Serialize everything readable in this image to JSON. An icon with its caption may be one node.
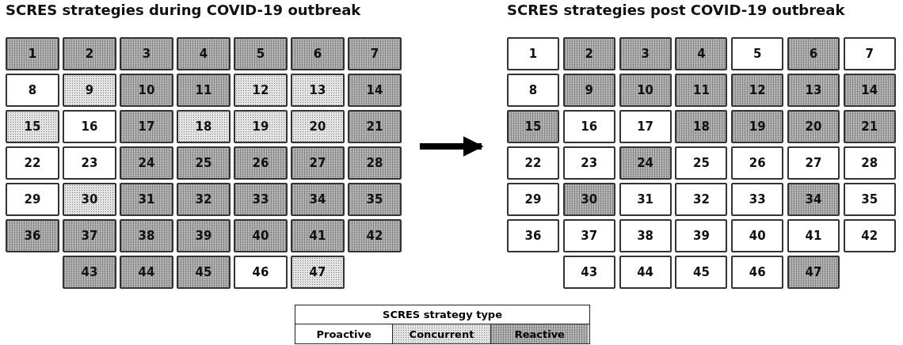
{
  "diagram": {
    "nodes": [
      {
        "text": [
          "SCRES strategies during COVID-19 outbreak"
        ]
      },
      {
        "text": [
          "SCRES strategies post COVID-19 outbreak"
        ]
      },
      {
        "text": [
          "1"
        ],
        "in": 0
      },
      {
        "text": [
          "2"
        ],
        "in": 0
      },
      {
        "text": [
          "3"
        ],
        "in": 0
      },
      {
        "text": [
          "4"
        ],
        "in": 0
      },
      {
        "text": [
          "5"
        ],
        "in": 0
      },
      {
        "text": [
          "6"
        ],
        "in": 0
      },
      {
        "text": [
          "7"
        ],
        "in": 0
      },
      {
        "text": [
          "8"
        ],
        "in": 0
      },
      {
        "text": [
          "9"
        ],
        "in": 0
      },
      {
        "text": [
          "10"
        ],
        "in": 0
      },
      {
        "text": [
          "11"
        ],
        "in": 0
      },
      {
        "text": [
          "12"
        ],
        "in": 0
      },
      {
        "text": [
          "13"
        ],
        "in": 0
      },
      {
        "text": [
          "14"
        ],
        "in": 0
      },
      {
        "text": [
          "15"
        ],
        "in": 0
      },
      {
        "text": [
          "16"
        ],
        "in": 0
      },
      {
        "text": [
          "17"
        ],
        "in": 0
      },
      {
        "text": [
          "18"
        ],
        "in": 0
      },
      {
        "text": [
          "19"
        ],
        "in": 0
      },
      {
        "text": [
          "20"
        ],
        "in": 0
      },
      {
        "text": [
          "21"
        ],
        "in": 0
      },
      {
        "text": [
          "22"
        ],
        "in": 0
      },
      {
        "text": [
          "23"
        ],
        "in": 0
      },
      {
        "text": [
          "24"
        ],
        "in": 0
      },
      {
        "text": [
          "25"
        ],
        "in": 0
      },
      {
        "text": [
          "26"
        ],
        "in": 0
      },
      {
        "text": [
          "27"
        ],
        "in": 0
      },
      {
        "text": [
          "28"
        ],
        "in": 0
      },
      {
        "text": [
          "29"
        ],
        "in": 0
      },
      {
        "text": [
          "30"
        ],
        "in": 0
      },
      {
        "text": [
          "31"
        ],
        "in": 0
      },
      {
        "text": [
          "32"
        ],
        "in": 0
      },
      {
        "text": [
          "33"
        ],
        "in": 0
      },
      {
        "text": [
          "34"
        ],
        "in": 0
      },
      {
        "text": [
          "35"
        ],
        "in": 0
      },
      {
        "text": [
          "36"
        ],
        "in": 0
      },
      {
        "text": [
          "37"
        ],
        "in": 0
      },
      {
        "text": [
          "38"
        ],
        "in": 0
      },
      {
        "text": [
          "39"
        ],
        "in": 0
      },
      {
        "text": [
          "40"
        ],
        "in": 0
      },
      {
        "text": [
          "41"
        ],
        "in": 0
      },
      {
        "text": [
          "42"
        ],
        "in": 0
      },
      {
        "text": [
          "43"
        ],
        "in": 0
      },
      {
        "text": [
          "44"
        ],
        "in": 0
      },
      {
        "text": [
          "45"
        ],
        "in": 0
      },
      {
        "text": [
          "46"
        ],
        "in": 0
      },
      {
        "text": [
          "47"
        ],
        "in": 0
      },
      {
        "text": [
          "1"
        ],
        "in": 1
      },
      {
        "text": [
          "2"
        ],
        "in": 1
      },
      {
        "text": [
          "3"
        ],
        "in": 1
      },
      {
        "text": [
          "4"
        ],
        "in": 1
      },
      {
        "text": [
          "5"
        ],
        "in": 1
      },
      {
        "text": [
          "6"
        ],
        "in": 1
      },
      {
        "text": [
          "7"
        ],
        "in": 1
      },
      {
        "text": [
          "8"
        ],
        "in": 1
      },
      {
        "text": [
          "9"
        ],
        "in": 1
      },
      {
        "text": [
          "10"
        ],
        "in": 1
      },
      {
        "text": [
          "11"
        ],
        "in": 1
      },
      {
        "text": [
          "12"
        ],
        "in": 1
      },
      {
        "text": [
          "13"
        ],
        "in": 1
      },
      {
        "text": [
          "14"
        ],
        "in": 1
      },
      {
        "text": [
          "15"
        ],
        "in": 1
      },
      {
        "text": [
          "16"
        ],
        "in": 1
      },
      {
        "text": [
          "17"
        ],
        "in": 1
      },
      {
        "text": [
          "18"
        ],
        "in": 1
      },
      {
        "text": [
          "19"
        ],
        "in": 1
      },
      {
        "text": [
          "20"
        ],
        "in": 1
      },
      {
        "text": [
          "21"
        ],
        "in": 1
      },
      {
        "text": [
          "22"
        ],
        "in": 1
      },
      {
        "text": [
          "23"
        ],
        "in": 1
      },
      {
        "text": [
          "24"
        ],
        "in": 1
      },
      {
        "text": [
          "25"
        ],
        "in": 1
      },
      {
        "text": [
          "26"
        ],
        "in": 1
      },
      {
        "text": [
          "27"
        ],
        "in": 1
      },
      {
        "text": [
          "28"
        ],
        "in": 1
      },
      {
        "text": [
          "29"
        ],
        "in": 1
      },
      {
        "text": [
          "30"
        ],
        "in": 1
      },
      {
        "text": [
          "31"
        ],
        "in": 1
      },
      {
        "text": [
          "32"
        ],
        "in": 1
      },
      {
        "text": [
          "33"
        ],
        "in": 1
      },
      {
        "text": [
          "34"
        ],
        "in": 1
      },
      {
        "text": [
          "35"
        ],
        "in": 1
      },
      {
        "text": [
          "36"
        ],
        "in": 1
      },
      {
        "text": [
          "37"
        ],
        "in": 1
      },
      {
        "text": [
          "38"
        ],
        "in": 1
      },
      {
        "text": [
          "39"
        ],
        "in": 1
      },
      {
        "text": [
          "40"
        ],
        "in": 1
      },
      {
        "text": [
          "41"
        ],
        "in": 1
      },
      {
        "text": [
          "42"
        ],
        "in": 1
      },
      {
        "text": [
          "43"
        ],
        "in": 1
      },
      {
        "text": [
          "44"
        ],
        "in": 1
      },
      {
        "text": [
          "45"
        ],
        "in": 1
      },
      {
        "text": [
          "46"
        ],
        "in": 1
      },
      {
        "text": [
          "47"
        ],
        "in": 1
      }
    ],
    "edges": [
      {
        "from": 0,
        "to": 1,
        "arrow": "to"
      }
    ],
    "labels": [
      "SCRES strategy type"
    ],
    "legend": [
      {
        "text": "Proactive",
        "color": "#ffffff"
      },
      {
        "text": "Concurrent",
        "color": "#e4e4e4"
      },
      {
        "text": "Reactive",
        "color": "#a9a9a9"
      }
    ]
  }
}
